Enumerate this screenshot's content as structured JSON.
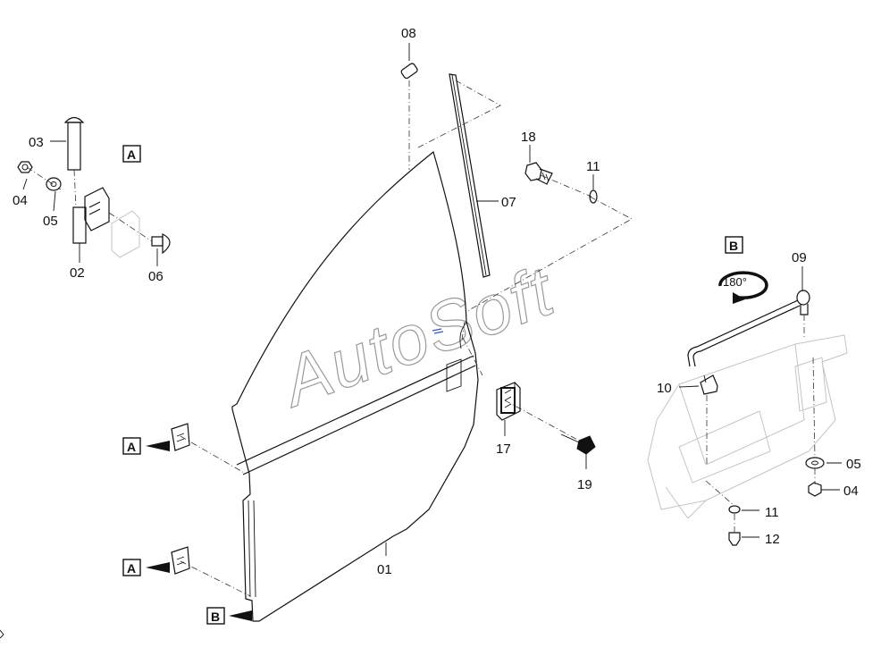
{
  "diagram": {
    "watermark": "AutoSoft",
    "rotation_label": "180°",
    "detail_boxes": {
      "a": "A",
      "b": "B"
    },
    "callouts": {
      "p01": "01",
      "p02": "02",
      "p03": "03",
      "p04_top": "04",
      "p05_top": "05",
      "p06": "06",
      "p07": "07",
      "p08": "08",
      "p09": "09",
      "p10": "10",
      "p11_top": "11",
      "p11_bottom": "11",
      "p12": "12",
      "p17": "17",
      "p18": "18",
      "p19": "19",
      "p05_right": "05",
      "p04_right": "04"
    }
  }
}
